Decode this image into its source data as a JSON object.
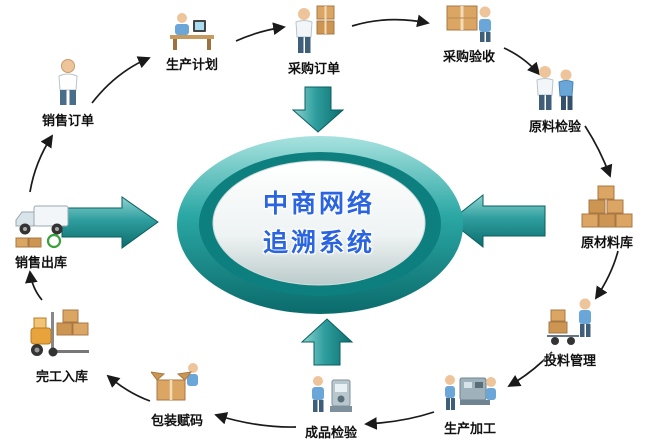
{
  "center": {
    "line1": "中商网络",
    "line2": "追溯系统"
  },
  "nodes": [
    {
      "label": "销售订单",
      "icon": "salesperson-icon"
    },
    {
      "label": "生产计划",
      "icon": "planner-desk-icon"
    },
    {
      "label": "采购订单",
      "icon": "buyer-boxes-icon"
    },
    {
      "label": "采购验收",
      "icon": "box-acceptance-icon"
    },
    {
      "label": "原料检验",
      "icon": "inspectors-icon"
    },
    {
      "label": "原材料库",
      "icon": "boxes-stack-icon"
    },
    {
      "label": "投料管理",
      "icon": "cart-worker-icon"
    },
    {
      "label": "生产加工",
      "icon": "machine-workers-icon"
    },
    {
      "label": "成品检验",
      "icon": "product-check-icon"
    },
    {
      "label": "包装赋码",
      "icon": "open-box-icon"
    },
    {
      "label": "完工入库",
      "icon": "forklift-icon"
    },
    {
      "label": "销售出库",
      "icon": "truck-icon"
    }
  ],
  "flow_order": [
    "销售订单",
    "生产计划",
    "采购订单",
    "采购验收",
    "原料检验",
    "原材料库",
    "投料管理",
    "生产加工",
    "成品检验",
    "包装赋码",
    "完工入库",
    "销售出库"
  ],
  "colors": {
    "ring_teal": "#129090",
    "arrow_teal": "#2f9e9e",
    "center_text_blue": "#2a64e0",
    "box_brown": "#dba563"
  }
}
